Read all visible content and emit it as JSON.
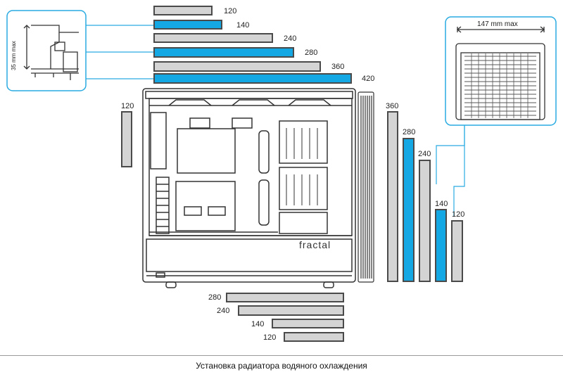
{
  "colors": {
    "accent": "#14a9e4",
    "bar_gray": "#d4d4d4",
    "outline": "#4a4a4a",
    "leader_line": "#29abe2"
  },
  "top_radiators": [
    {
      "label": "120",
      "color": "gray"
    },
    {
      "label": "140",
      "color": "blue"
    },
    {
      "label": "240",
      "color": "gray"
    },
    {
      "label": "280",
      "color": "blue"
    },
    {
      "label": "360",
      "color": "gray"
    },
    {
      "label": "420",
      "color": "blue"
    }
  ],
  "rear_radiator": {
    "label": "120",
    "color": "gray"
  },
  "front_radiators": [
    {
      "label": "360",
      "color": "gray"
    },
    {
      "label": "280",
      "color": "blue"
    },
    {
      "label": "240",
      "color": "gray"
    },
    {
      "label": "140",
      "color": "blue"
    },
    {
      "label": "120",
      "color": "gray"
    }
  ],
  "bottom_radiators": [
    {
      "label": "280",
      "color": "gray"
    },
    {
      "label": "240",
      "color": "gray"
    },
    {
      "label": "140",
      "color": "gray"
    },
    {
      "label": "120",
      "color": "gray"
    }
  ],
  "top_clearance": {
    "label": "35 mm max"
  },
  "front_clearance": {
    "label": "147 mm max"
  },
  "case_logo": "fractal",
  "caption": "Установка радиатора водяного охлаждения"
}
